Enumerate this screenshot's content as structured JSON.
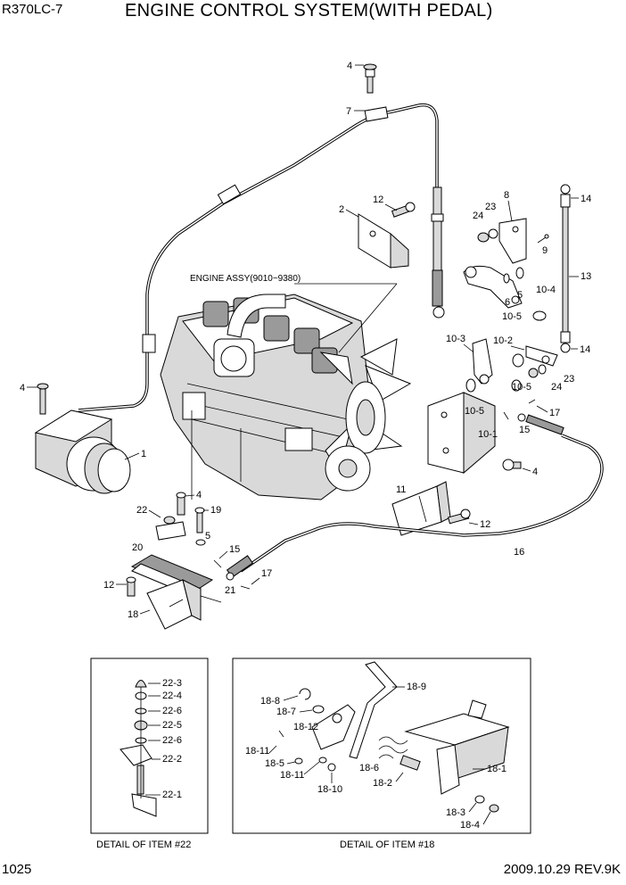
{
  "header": {
    "model": "R370LC-7",
    "title": "ENGINE CONTROL SYSTEM(WITH PEDAL)"
  },
  "footer": {
    "page": "1025",
    "date_rev": "2009.10.29  REV.9K"
  },
  "engine_label": "ENGINE ASSY(9010~9380)",
  "callouts": {
    "p4a": "4",
    "p7": "7",
    "p12a": "12",
    "p2": "2",
    "p8": "8",
    "p23a": "23",
    "p24a": "24",
    "p14a": "14",
    "p9": "9",
    "p13": "13",
    "p5a": "5",
    "p6": "6",
    "p10_4": "10-4",
    "p10_5a": "10-5",
    "p10_3": "10-3",
    "p10_2": "10-2",
    "p14b": "14",
    "p10_5b": "10-5",
    "p24b": "24",
    "p23b": "23",
    "p4b": "4",
    "p10_5c": "10-5",
    "p17a": "17",
    "p10_1": "10-1",
    "p15a": "15",
    "p1": "1",
    "p4c": "4",
    "p11": "11",
    "p12b": "12",
    "p22": "22",
    "p4d": "4",
    "p19": "19",
    "p5b": "5",
    "p15b": "15",
    "p20": "20",
    "p16": "16",
    "p17b": "17",
    "p12c": "12",
    "p21": "21",
    "p18": "18"
  },
  "detail22": {
    "caption": "DETAIL OF ITEM #22",
    "labels": [
      "22-3",
      "22-4",
      "22-6",
      "22-5",
      "22-6",
      "22-2",
      "22-1"
    ]
  },
  "detail18": {
    "caption": "DETAIL OF ITEM #18",
    "labels": {
      "d18_9": "18-9",
      "d18_8": "18-8",
      "d18_7": "18-7",
      "d18_12": "18-12",
      "d18_11a": "18-11",
      "d18_5": "18-5",
      "d18_11b": "18-11",
      "d18_6": "18-6",
      "d18_10": "18-10",
      "d18_2": "18-2",
      "d18_1": "18-1",
      "d18_3": "18-3",
      "d18_4": "18-4"
    }
  }
}
